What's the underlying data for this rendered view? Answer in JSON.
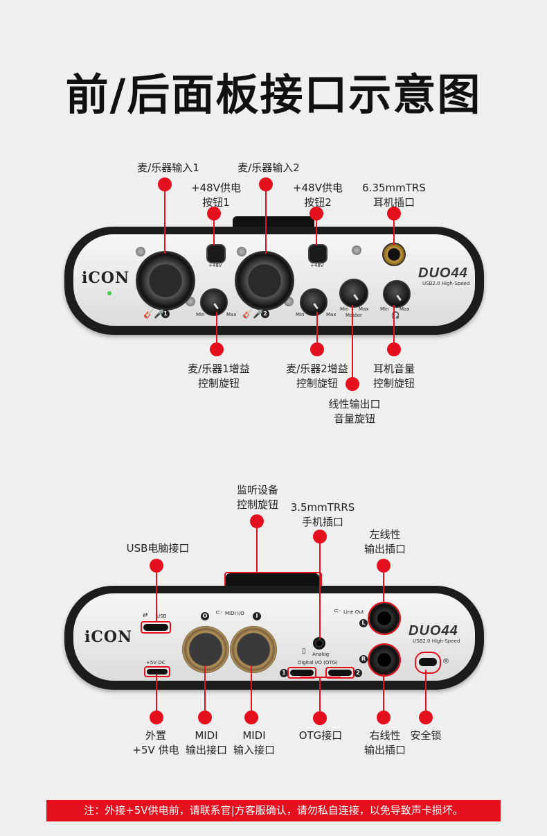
{
  "title": "前/后面板接口示意图",
  "front": {
    "brand": "iCON",
    "model": "DUO44",
    "usb": "USB2.0 High-Speed",
    "labels": {
      "mic1": "麦/乐器输入1",
      "mic2": "麦/乐器输入2",
      "p48_1_a": "+48V供电",
      "p48_1_b": "按钮1",
      "p48_2_a": "+48V供电",
      "p48_2_b": "按钮2",
      "phones_a": "6.35mmTRS",
      "phones_b": "耳机插口",
      "gain1_a": "麦/乐器1增益",
      "gain1_b": "控制旋钮",
      "gain2_a": "麦/乐器2增益",
      "gain2_b": "控制旋钮",
      "hpvol_a": "耳机音量",
      "hpvol_b": "控制旋钮",
      "master_a": "线性输出口",
      "master_b": "音量旋钮"
    },
    "panel_text": {
      "p48": "+48V",
      "min": "Min",
      "max": "Max",
      "master": "Master",
      "n1": "1",
      "n2": "2"
    }
  },
  "rear": {
    "brand": "iCON",
    "model": "DUO44",
    "usb": "USB2.0 High-Speed",
    "labels": {
      "monitor_a": "监听设备",
      "monitor_b": "控制旋钮",
      "trrs_a": "3.5mmTRRS",
      "trrs_b": "手机插口",
      "usbpc": "USB电脑接口",
      "lineL_a": "左线性",
      "lineL_b": "输出插口",
      "dc_a": "外置",
      "dc_b": "+5V 供电",
      "midiout_a": "MIDI",
      "midiout_b": "输出接口",
      "midiin_a": "MIDI",
      "midiin_b": "输入接口",
      "otg": "OTG接口",
      "lineR_a": "右线性",
      "lineR_b": "输出插口",
      "lock": "安全锁"
    },
    "panel_text": {
      "usb": "USB",
      "dc": "+5V DC",
      "midi": "MIDI I/O",
      "analog": "Analog",
      "digital": "Digital I/O (OTG)",
      "lineout": "Line Out",
      "L": "L",
      "R": "R",
      "O": "O",
      "I": "I",
      "n1": "1",
      "n2": "2"
    }
  },
  "note": "注：外接+5V供电前，请联系官|方客服确认，请勿私自连接，以免导致声卡损坏。"
}
